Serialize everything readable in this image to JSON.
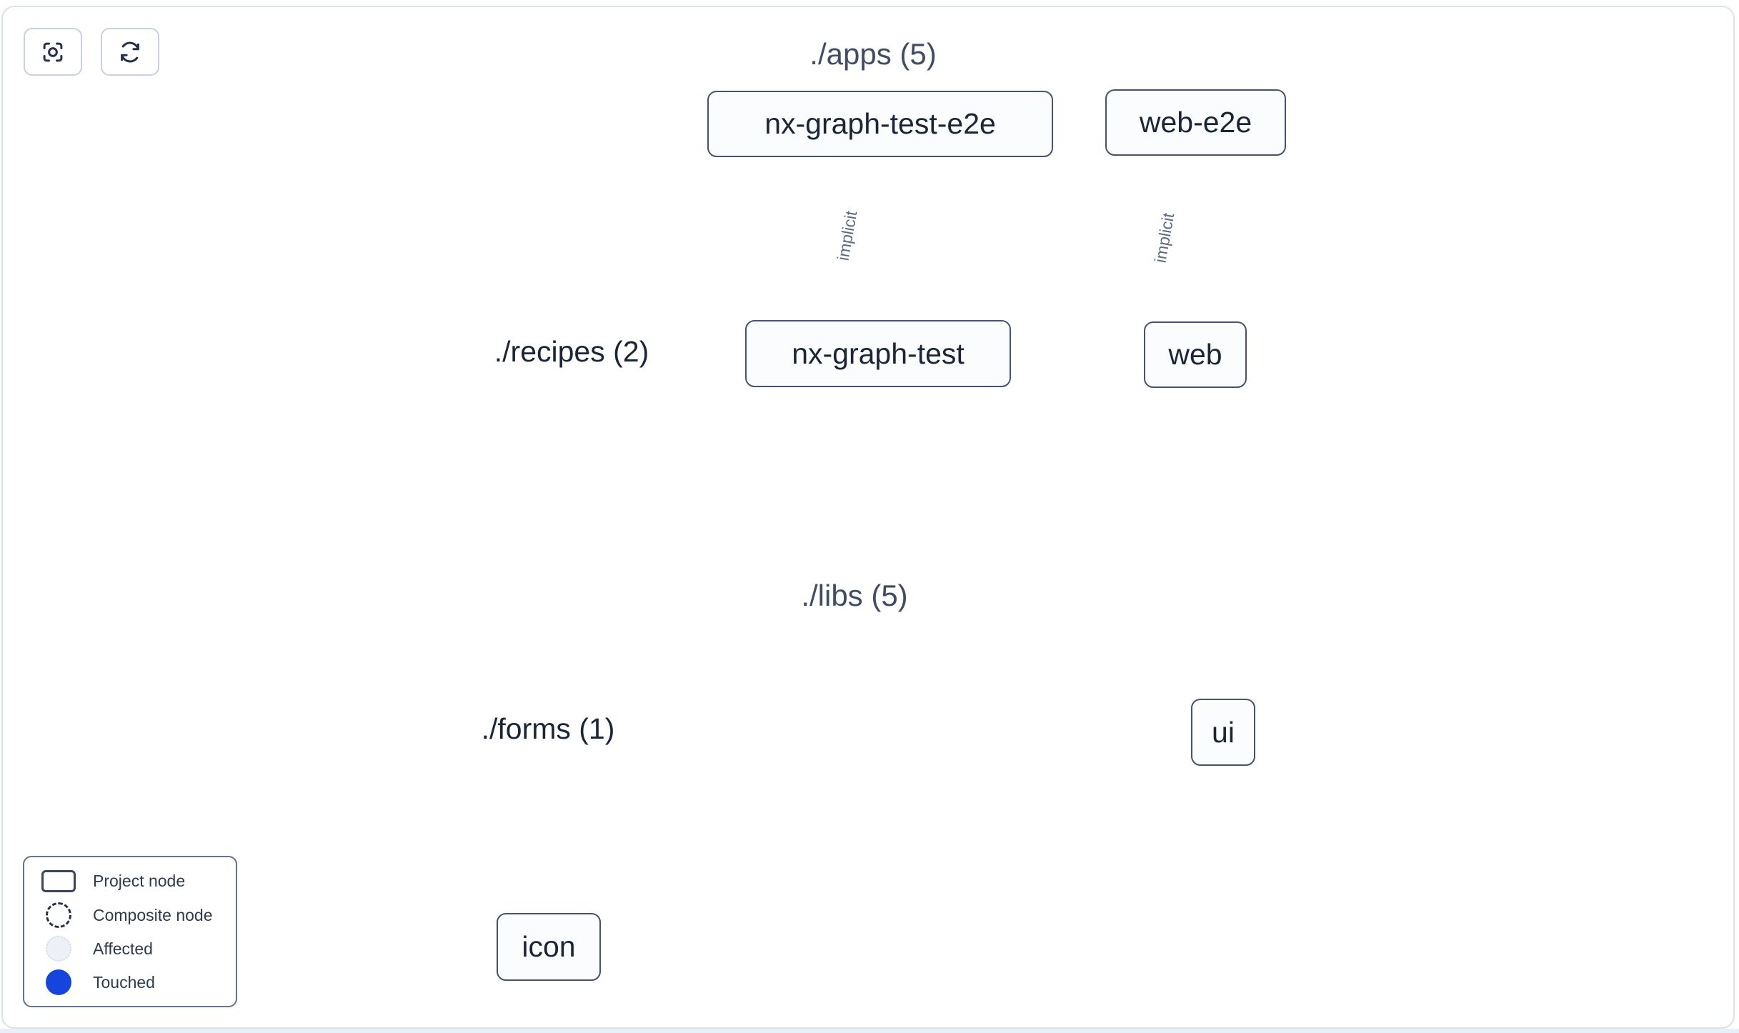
{
  "toolbar": {
    "buttons": [
      {
        "id": "focus",
        "icon": "crosshair-focus-icon"
      },
      {
        "id": "refresh",
        "icon": "refresh-cycle-icon"
      }
    ]
  },
  "graph": {
    "groups": [
      {
        "id": "apps",
        "label": "./apps (5)"
      },
      {
        "id": "libs",
        "label": "./libs (5)"
      }
    ],
    "composite_nodes": [
      {
        "id": "recipes",
        "label": "./recipes (2)",
        "group": "apps"
      },
      {
        "id": "forms",
        "label": "./forms (1)",
        "group": "libs"
      }
    ],
    "project_nodes": [
      {
        "id": "nx-graph-test-e2e",
        "label": "nx-graph-test-e2e",
        "group": "apps"
      },
      {
        "id": "web-e2e",
        "label": "web-e2e",
        "group": "apps"
      },
      {
        "id": "nx-graph-test",
        "label": "nx-graph-test",
        "group": "apps"
      },
      {
        "id": "web",
        "label": "web",
        "group": "apps"
      },
      {
        "id": "ui",
        "label": "ui",
        "group": "libs"
      },
      {
        "id": "icon",
        "label": "icon",
        "group": "libs"
      }
    ],
    "edges": [
      {
        "from": "nx-graph-test-e2e",
        "to": "nx-graph-test",
        "type": "implicit",
        "label": "implicit"
      },
      {
        "from": "web-e2e",
        "to": "web",
        "type": "implicit",
        "label": "implicit"
      },
      {
        "from": "./recipes (2)",
        "to": "./forms (1)",
        "type": "dashed"
      },
      {
        "from": "./recipes (2)",
        "to": "ui",
        "type": "dashed"
      },
      {
        "from": "web",
        "to": "./forms (1)",
        "type": "dashed"
      },
      {
        "from": "web",
        "to": "ui",
        "type": "direct"
      },
      {
        "from": "./forms (1)",
        "to": "icon",
        "type": "dashed"
      }
    ]
  },
  "legend": {
    "items": [
      {
        "swatch": "project-node",
        "label": "Project node"
      },
      {
        "swatch": "composite-node",
        "label": "Composite node"
      },
      {
        "swatch": "affected",
        "label": "Affected"
      },
      {
        "swatch": "touched",
        "label": "Touched"
      }
    ]
  },
  "colors": {
    "touched_blue": "#1545DC",
    "edge": "#5E6B84",
    "group_fill": "#EDF1F7",
    "composite_fill": "#F7FAFC",
    "node_border": "#47536E",
    "text_dark": "#1B2538"
  }
}
